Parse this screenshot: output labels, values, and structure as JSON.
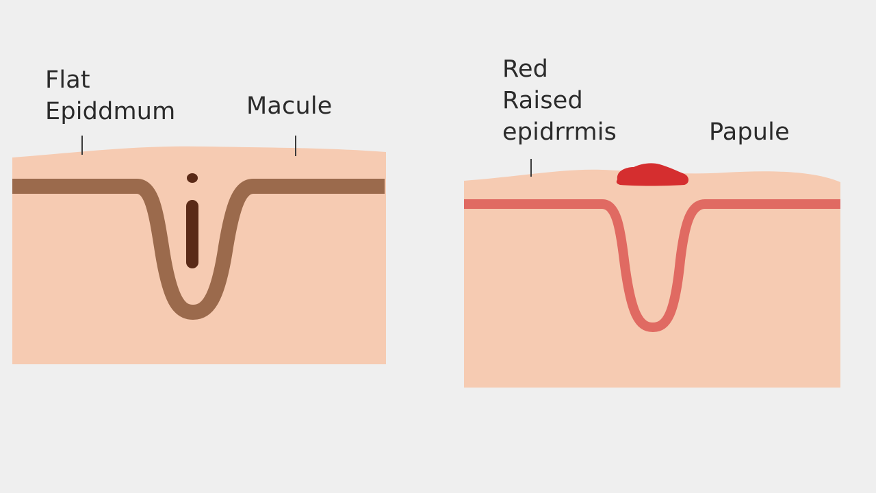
{
  "left_panel": {
    "label_line1": "Flat",
    "label_line2": "Epiddmum",
    "lesion_label": "Macule",
    "colors": {
      "skin": "#f6cbb2",
      "epidermis_line": "#9b6a4c",
      "pigment": "#5a2a17"
    }
  },
  "right_panel": {
    "label_line1": "Red",
    "label_line2": "Raised",
    "label_line3": "epidrrmis",
    "lesion_label": "Papule",
    "colors": {
      "skin": "#f6cbb2",
      "epidermis_line": "#e06a62",
      "lesion": "#d52e2f"
    }
  }
}
